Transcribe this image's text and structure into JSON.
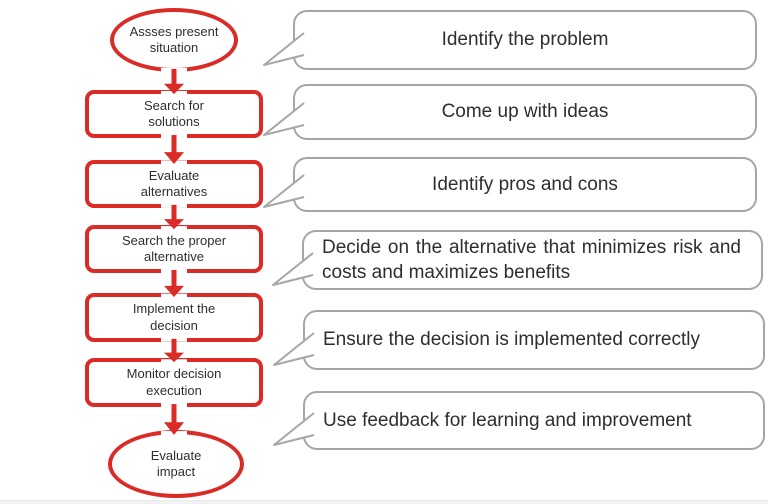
{
  "flow": {
    "steps": [
      {
        "label": "Assses present\nsituation"
      },
      {
        "label": "Search for\nsolutions"
      },
      {
        "label": "Evaluate\nalternatives"
      },
      {
        "label": "Search the proper\nalternative"
      },
      {
        "label": "Implement the\ndecision"
      },
      {
        "label": "Monitor decision\nexecution"
      },
      {
        "label": "Evaluate\nimpact"
      }
    ]
  },
  "callouts": [
    {
      "text": "Identify the problem"
    },
    {
      "text": "Come up with ideas"
    },
    {
      "text": "Identify pros and cons"
    },
    {
      "text": "Decide on the alternative that minimizes risk and costs and maximizes benefits"
    },
    {
      "text": "Ensure the decision is implemented correctly"
    },
    {
      "text": "Use feedback for learning and improvement"
    }
  ],
  "colors": {
    "shape_outline": "#DB2B27",
    "arrow": "#DB2B27",
    "callout_outline": "#A6A6A6",
    "text": "#2E2E2E",
    "background": "#FFFFFF"
  }
}
